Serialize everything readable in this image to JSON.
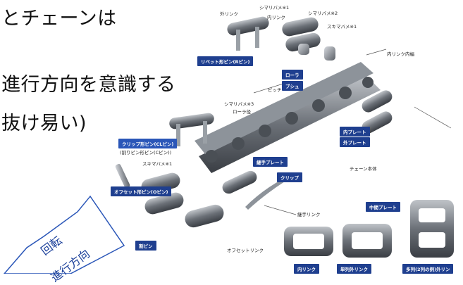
{
  "text": {
    "line1": "とチェーンは",
    "line2": "進行方向を意識する",
    "line3": "抜け易い)"
  },
  "labels": {
    "outer_link": "外リンク",
    "inner_link": "内リンク",
    "spring_clip_1": "シマリバメ※1",
    "spring_clip_2": "シマリバメ※2",
    "loose_fit": "スキマバメ※1",
    "inner_link_width": "内リンク内幅",
    "pitch": "ピッチ",
    "spring_clip_3": "シマリバメ※3",
    "roller_dia": "ローラ径",
    "chain_body": "チェーン本体",
    "loose_fit_2": "スキマバメ※1",
    "joint_link": "継手リンク",
    "offset_link": "オフセットリンク"
  },
  "tags": {
    "rivet_pin": "リベット形ピン(Rピン)",
    "roller": "ローラ",
    "bush": "ブシュ",
    "inner_plate": "内プレート",
    "outer_plate": "外プレート",
    "clip_pin": "クリップ形ピン(CLピン)",
    "clip_pin_sub": "(割りピン形ピン(Cピン))",
    "offset_pin": "オフセット形ピン(Oピン)",
    "joint_plate": "継手プレート",
    "clip": "クリップ",
    "mid_plate": "中間プレート",
    "split_pin": "割ピン",
    "inner_link_tag": "内リンク",
    "single_outer_link": "単列外リンク",
    "multi_outer_link": "多列(2列の例)外リン"
  },
  "callout": {
    "line1": "回転",
    "line2": "進行方向"
  },
  "colors": {
    "tag_dark": "#1f3f8f",
    "callout_text": "#1a3f9a"
  }
}
